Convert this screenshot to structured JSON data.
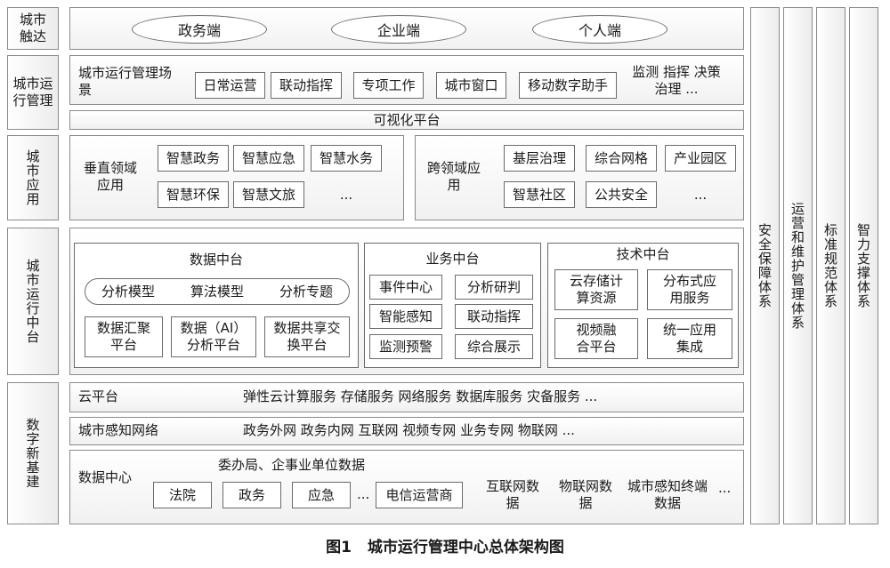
{
  "left_labels": {
    "reach": "城市触达",
    "ops_mgmt": "城市运行管理",
    "apps": "城市应用",
    "center": "城市运行中台",
    "infra": "数字新基建"
  },
  "reach": {
    "items": [
      "政务端",
      "企业端",
      "个人端"
    ]
  },
  "ops": {
    "title": "城市运行管理场景",
    "items": [
      "日常运营",
      "联动指挥",
      "专项工作",
      "城市窗口",
      "移动数字助手"
    ],
    "extra": "监测 指挥 决策 治理 ...",
    "visual_platform": "可视化平台"
  },
  "apps": {
    "vertical_title": "垂直领域应用",
    "vertical_items": [
      "智慧政务",
      "智慧应急",
      "智慧水务",
      "智慧环保",
      "智慧文旅",
      "..."
    ],
    "cross_title": "跨领域应用",
    "cross_items": [
      "基层治理",
      "综合网格",
      "产业园区",
      "智慧社区",
      "公共安全",
      "..."
    ]
  },
  "center": {
    "data_title": "数据中台",
    "data_models": [
      "分析模型",
      "算法模型",
      "分析专题"
    ],
    "data_platforms": [
      "数据汇聚平台",
      "数据（AI）分析平台",
      "数据共享交换平台"
    ],
    "biz_title": "业务中台",
    "biz_items": [
      "事件中心",
      "分析研判",
      "智能感知",
      "联动指挥",
      "监测预警",
      "综合展示"
    ],
    "tech_title": "技术中台",
    "tech_items": [
      "云存储计算资源",
      "分布式应用服务",
      "视频融合平台",
      "统一应用集成"
    ]
  },
  "infra": {
    "cloud_title": "云平台",
    "cloud_items": "弹性云计算服务 存储服务 网络服务 数据库服务 灾备服务 ...",
    "network_title": "城市感知网络",
    "network_items": "政务外网 政务内网 互联网 视频专网 业务专网 物联网 ...",
    "dc_title": "数据中心",
    "dc_units": "委办局、企事业单位数据",
    "dc_boxes": [
      "法院",
      "政务",
      "应急",
      "电信运营商"
    ],
    "dc_ellipsis": "...",
    "dc_sources": [
      "互联网数据",
      "物联网数据",
      "城市感知终端数据"
    ],
    "dc_tail": "..."
  },
  "right_pillars": [
    "安全保障体系",
    "运营和维护管理体系",
    "标准规范体系",
    "智力支撑体系"
  ],
  "caption": {
    "fig": "图1",
    "title": "城市运行管理中心总体架构图"
  }
}
